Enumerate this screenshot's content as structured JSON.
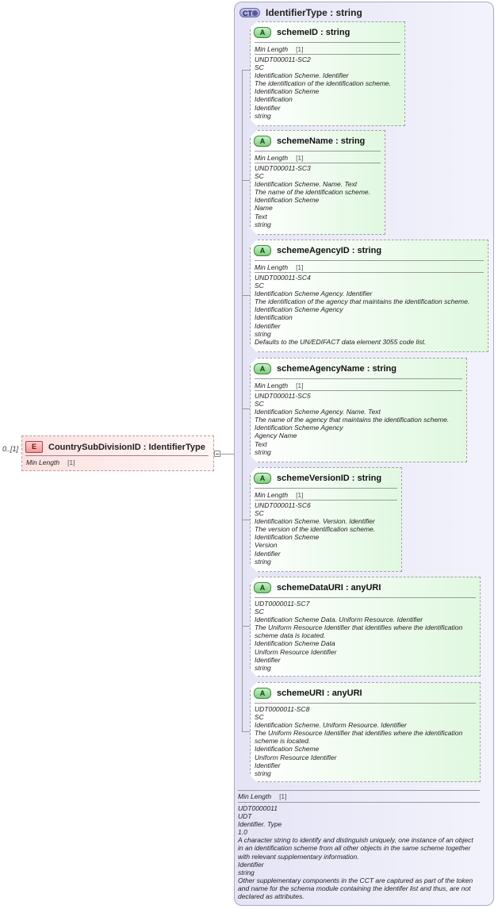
{
  "element": {
    "cardinality": "0..[1]",
    "badge": "E",
    "name": "CountrySubDivisionID : IdentifierType",
    "facet_label": "Min Length",
    "facet_value": "[1]"
  },
  "complex_type": {
    "badge": "CT",
    "title": "IdentifierType : string",
    "facet_label": "Min Length",
    "facet_value": "[1]",
    "doc": [
      "UDT0000011",
      "UDT",
      "Identifier. Type",
      "1.0",
      "A character string to identify and distinguish uniquely, one instance of an object in an identification scheme from all other objects in the same scheme together with relevant supplementary information.",
      "Identifier",
      "string",
      "Other supplementary components in the CCT are captured as part of the token and name for the schema module containing the identifer list and thus, are not declared as attributes."
    ]
  },
  "attributes": [
    {
      "badge": "A",
      "name": "schemeID : string",
      "facet_label": "Min Length",
      "facet_value": "[1]",
      "doc": [
        "UNDT000011-SC2",
        "SC",
        "Identification Scheme. Identifier",
        "The identification of the identification scheme.",
        "Identification Scheme",
        "Identification",
        "Identifier",
        "string"
      ]
    },
    {
      "badge": "A",
      "name": "schemeName : string",
      "facet_label": "Min Length",
      "facet_value": "[1]",
      "doc": [
        "UNDT000011-SC3",
        "SC",
        "Identification Scheme. Name. Text",
        "The name of the identification scheme.",
        "Identification Scheme",
        "Name",
        "Text",
        "string"
      ]
    },
    {
      "badge": "A",
      "name": "schemeAgencyID : string",
      "facet_label": "Min Length",
      "facet_value": "[1]",
      "doc": [
        "UNDT000011-SC4",
        "SC",
        "Identification Scheme Agency. Identifier",
        "The identification of the agency that maintains the identification scheme.",
        "Identification Scheme Agency",
        "Identification",
        "Identifier",
        "string",
        "Defaults to the UN/EDIFACT data element 3055 code list."
      ]
    },
    {
      "badge": "A",
      "name": "schemeAgencyName : string",
      "facet_label": "Min Length",
      "facet_value": "[1]",
      "doc": [
        "UNDT000011-SC5",
        "SC",
        "Identification Scheme Agency. Name. Text",
        "The name of the agency that maintains the identification scheme.",
        "Identification Scheme Agency",
        "Agency Name",
        "Text",
        "string"
      ]
    },
    {
      "badge": "A",
      "name": "schemeVersionID : string",
      "facet_label": "Min Length",
      "facet_value": "[1]",
      "doc": [
        "UNDT000011-SC6",
        "SC",
        "Identification Scheme. Version. Identifier",
        "The version of the identification scheme.",
        "Identification Scheme",
        "Version",
        "Identifier",
        "string"
      ]
    },
    {
      "badge": "A",
      "name": "schemeDataURI : anyURI",
      "doc": [
        "UDT0000011-SC7",
        "SC",
        "Identification Scheme Data. Uniform Resource. Identifier",
        "The Uniform Resource Identifier that identifies where the identification scheme data is located.",
        "Identification Scheme Data",
        "Uniform Resource Identifier",
        "Identifier",
        "string"
      ]
    },
    {
      "badge": "A",
      "name": "schemeURI : anyURI",
      "doc": [
        "UDT0000011-SC8",
        "SC",
        "Identification Scheme. Uniform Resource. Identifier",
        "The Uniform Resource Identifier that identifies where the identification scheme is located.",
        "Identification Scheme",
        "Uniform Resource Identifier",
        "Identifier",
        "string"
      ]
    }
  ]
}
